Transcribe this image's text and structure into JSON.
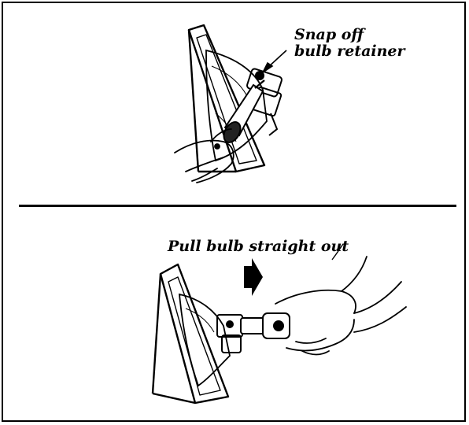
{
  "steps": [
    {
      "label_line1": "Snap off",
      "label_line2": "bulb retainer"
    },
    {
      "label": "Pull bulb straight out"
    }
  ],
  "colors": {
    "ink": "#000000",
    "paper": "#ffffff"
  }
}
